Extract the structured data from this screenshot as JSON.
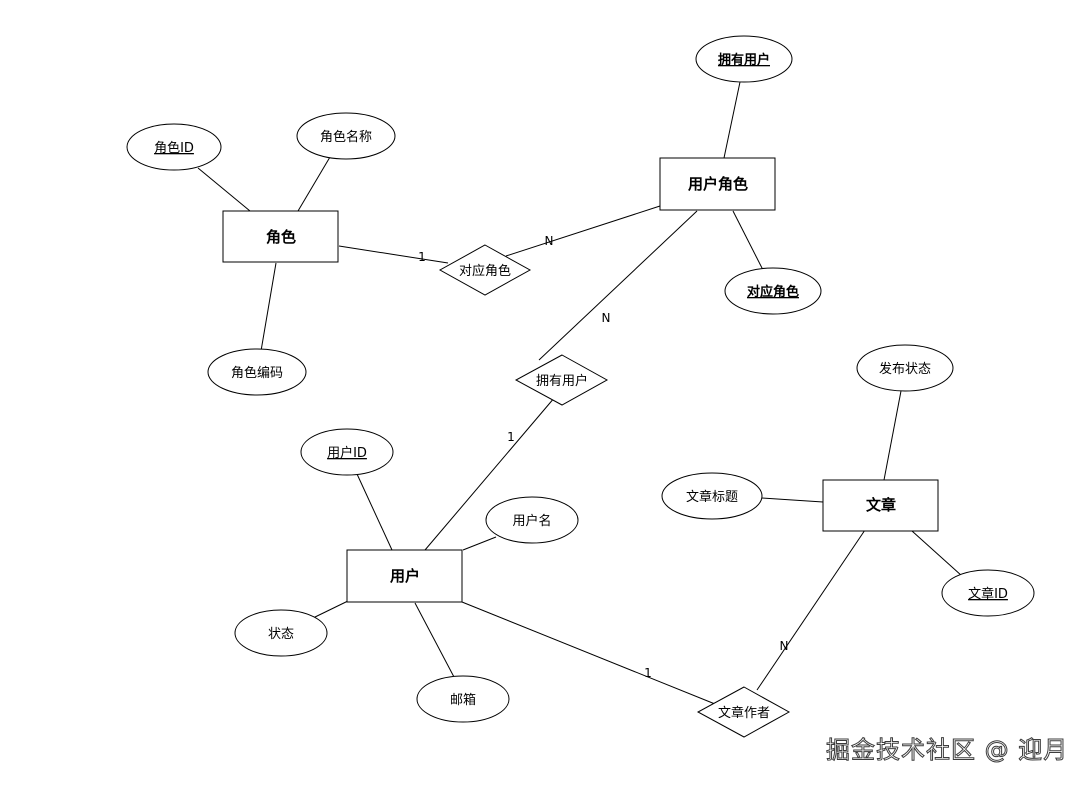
{
  "entities": {
    "role": "角色",
    "user_role": "用户角色",
    "user": "用户",
    "article": "文章"
  },
  "relationships": {
    "role_map": "对应角色",
    "owns_user": "拥有用户",
    "article_author": "文章作者"
  },
  "attributes": {
    "role_id": "角色ID",
    "role_name": "角色名称",
    "role_code": "角色编码",
    "owner_user": "拥有用户",
    "mapped_role": "对应角色",
    "user_id": "用户ID",
    "username": "用户名",
    "status": "状态",
    "email": "邮箱",
    "publish_status": "发布状态",
    "article_title": "文章标题",
    "article_id": "文章ID"
  },
  "cardinalities": {
    "role_side": "1",
    "user_role_side_a": "N",
    "user_role_side_b": "N",
    "user_side_owns": "1",
    "user_side_author": "1",
    "article_side": "N"
  },
  "watermark": "掘金技术社区 @ 迎月"
}
